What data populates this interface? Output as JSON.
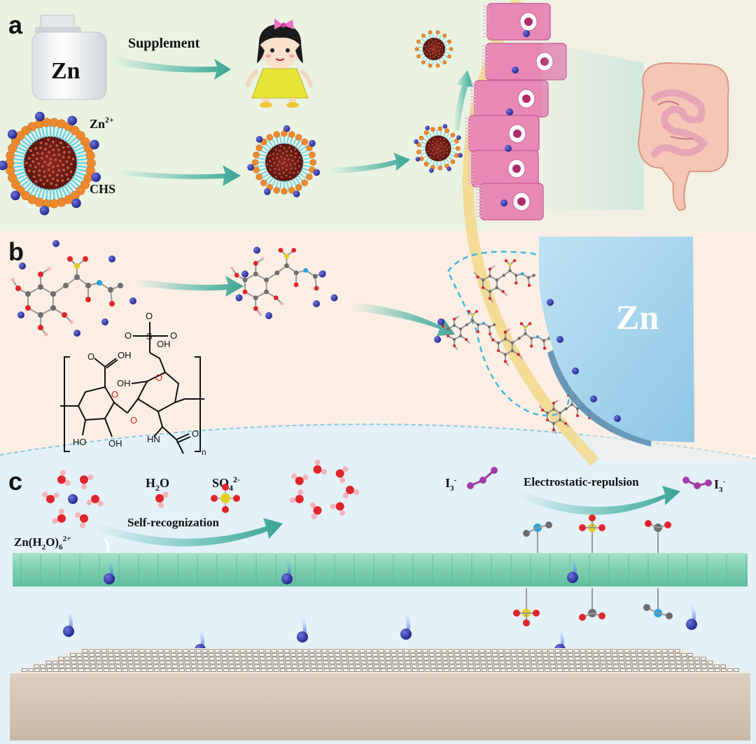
{
  "panels": {
    "a": {
      "letter": "a",
      "bottle_label": "Zn",
      "supplement_label": "Supplement",
      "ion_label": "Zn",
      "ion_charge": "2+",
      "chs_label": "CHS"
    },
    "b": {
      "letter": "b",
      "zn_block_label": "Zn",
      "structure": {
        "oh_top": "OH",
        "o1": "O",
        "o2": "O",
        "o3": "O",
        "s": "S",
        "cooh_oh": "OH",
        "o_carbonyl": "O",
        "o_ring1": "O",
        "o_ring2": "O",
        "oh_left": "OH",
        "oh_bottom1": "HO",
        "oh_bottom2": "OH",
        "o_link": "O",
        "hn": "HN",
        "o_amide": "O",
        "n_sub": "n"
      }
    },
    "c": {
      "letter": "c",
      "water_label": "H",
      "water_sub": "2",
      "water_o": "O",
      "sulfate_label": "SO",
      "sulfate_sub": "4",
      "sulfate_charge": "2-",
      "hydrated_zn": "Zn(H",
      "hydrated_sub": "2",
      "hydrated_mid": "O)",
      "hydrated_sub2": "6",
      "hydrated_charge": "2+",
      "self_recognization": "Self-recognization",
      "triiodide_left": "I",
      "triiodide_left_sub": "3",
      "triiodide_left_charge": "-",
      "electrostatic": "Electrostatic-repulsion",
      "triiodide_right": "I",
      "triiodide_right_sub": "3",
      "triiodide_right_charge": "-"
    }
  },
  "colors": {
    "panel_a_bg": "#eaf3e2",
    "panel_b_bg": "#fbeee4",
    "panel_c_bg": "#e4f1f8",
    "arrow_teal": "#4fb6a7",
    "zn_ion": "#2b2f96",
    "micelle_orange": "#ee8a2e",
    "zn_block": "#a9d6ee",
    "membrane_green": "#7ecfb0",
    "cell_pink": "#e889b5",
    "oxygen": "#e0252c",
    "carbon": "#6d6d6d",
    "sulfur": "#e2cf1d",
    "nitrogen": "#2aa1d8",
    "hydrogen": "#f4b3b8",
    "iodine": "#a23aa8"
  }
}
